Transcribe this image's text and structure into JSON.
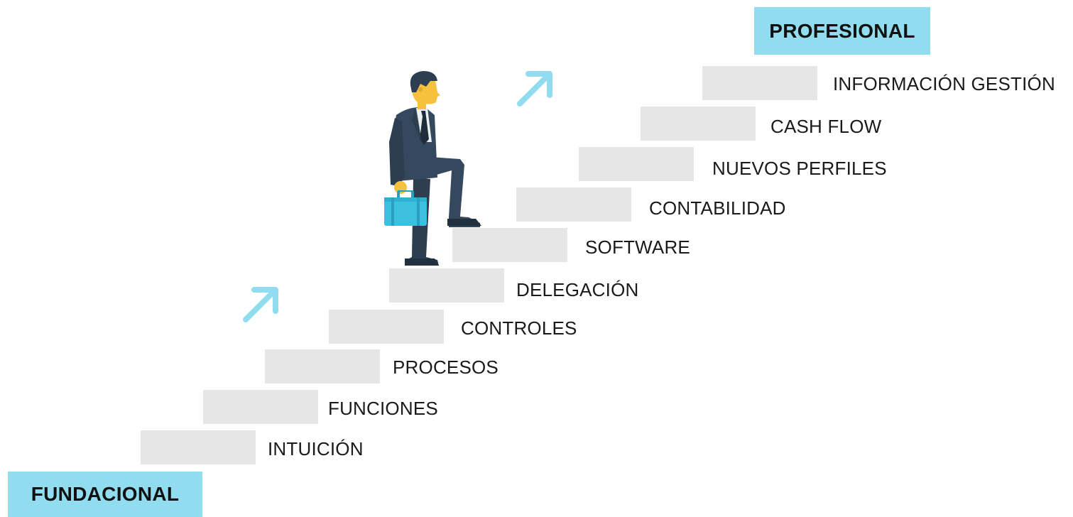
{
  "levels": {
    "top": "PROFESIONAL",
    "bottom": "FUNDACIONAL"
  },
  "steps": [
    {
      "label": "INTUICIÓN"
    },
    {
      "label": "FUNCIONES"
    },
    {
      "label": "PROCESOS"
    },
    {
      "label": "CONTROLES"
    },
    {
      "label": "DELEGACIÓN"
    },
    {
      "label": "SOFTWARE"
    },
    {
      "label": "CONTABILIDAD"
    },
    {
      "label": "NUEVOS PERFILES"
    },
    {
      "label": "CASH FLOW"
    },
    {
      "label": "INFORMACIÓN GESTIÓN"
    }
  ],
  "icons": {
    "arrows": "arrow-up-right-icon",
    "figure": "businessman-climbing-icon",
    "briefcase": "briefcase-icon"
  },
  "colors": {
    "accent": "#92dcf0",
    "step": "#e6e6e6",
    "suit": "#34495e",
    "skin": "#f6c23e",
    "briefcase": "#3bc0e0"
  }
}
